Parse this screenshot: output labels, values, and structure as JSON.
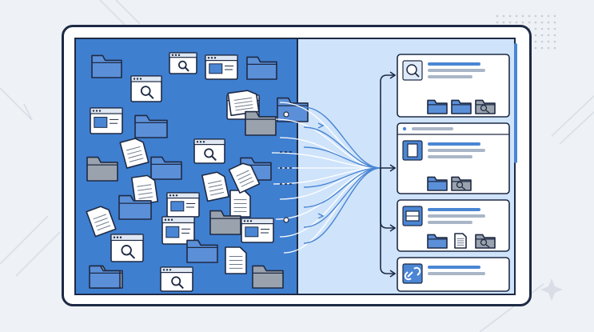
{
  "scene": {
    "background": "#eef1f5",
    "outline": "#1e2a44",
    "left_panel": "#3f7fd0",
    "right_panel": "#cfe4fb",
    "folder_blue": "#5b8fd8",
    "folder_gray": "#9aa3ad",
    "card_white": "#ffffff",
    "accent_blue": "#4a86d4"
  },
  "chaos_items": [
    {
      "kind": "folder",
      "color": "blue"
    },
    {
      "kind": "search-window"
    },
    {
      "kind": "window"
    },
    {
      "kind": "folder",
      "color": "blue"
    },
    {
      "kind": "search-window"
    },
    {
      "kind": "window"
    },
    {
      "kind": "document"
    },
    {
      "kind": "folder",
      "color": "blue"
    },
    {
      "kind": "window"
    },
    {
      "kind": "folder",
      "color": "blue"
    },
    {
      "kind": "folder",
      "color": "gray"
    },
    {
      "kind": "document"
    },
    {
      "kind": "folder",
      "color": "gray"
    },
    {
      "kind": "folder",
      "color": "blue"
    },
    {
      "kind": "search-window"
    },
    {
      "kind": "folder",
      "color": "blue"
    },
    {
      "kind": "document"
    },
    {
      "kind": "window"
    },
    {
      "kind": "document"
    },
    {
      "kind": "document"
    },
    {
      "kind": "folder",
      "color": "blue"
    },
    {
      "kind": "document"
    },
    {
      "kind": "window"
    },
    {
      "kind": "folder",
      "color": "gray"
    },
    {
      "kind": "window"
    },
    {
      "kind": "document"
    },
    {
      "kind": "search-window"
    },
    {
      "kind": "folder",
      "color": "blue"
    },
    {
      "kind": "document"
    },
    {
      "kind": "folder",
      "color": "gray"
    },
    {
      "kind": "folder",
      "color": "blue"
    },
    {
      "kind": "search-window"
    },
    {
      "kind": "folder",
      "color": "blue"
    },
    {
      "kind": "document"
    }
  ],
  "result_cards": [
    {
      "icon": "search-icon",
      "lines": 3,
      "mini": [
        "folder-icon",
        "folder-icon",
        "search-folder-icon"
      ]
    },
    {
      "icon": "document-icon",
      "lines": 3,
      "header_bar": true,
      "mini": [
        "folder-icon",
        "search-folder-icon"
      ]
    },
    {
      "icon": "inbox-icon",
      "lines": 3,
      "mini": [
        "folder-icon",
        "document-icon",
        "search-folder-icon"
      ]
    },
    {
      "icon": "link-icon",
      "lines": 2,
      "mini": []
    }
  ]
}
